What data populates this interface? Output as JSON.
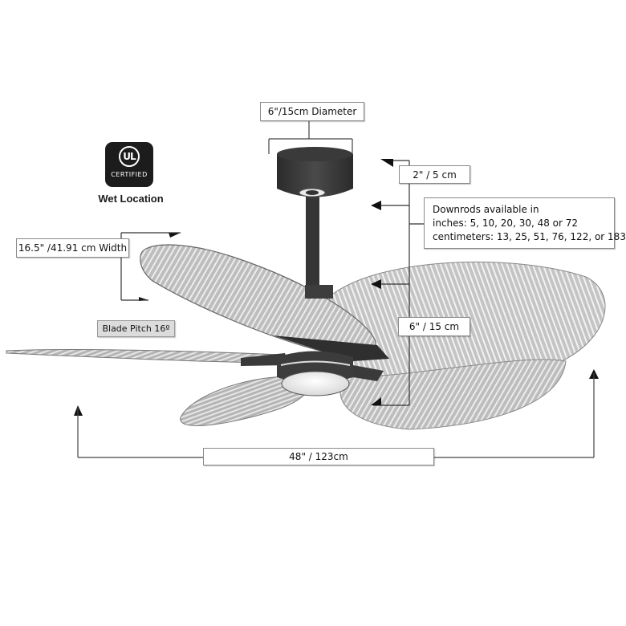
{
  "certification": {
    "badge_mark": "UL",
    "badge_text": "CERTIFIED",
    "caption": "Wet Location"
  },
  "dimensions": {
    "canopy_diameter": "6\"/15cm Diameter",
    "canopy_height": "2\" / 5 cm",
    "downrods": {
      "line1": "Downrods available in",
      "line2": "inches: 5, 10, 20, 30, 48 or 72",
      "line3": "centimeters: 13, 25, 51, 76, 122, or 183"
    },
    "blade_width": "16.5\" /41.91 cm Width",
    "blade_pitch": "Blade Pitch 16º",
    "motor_height": "6\" / 15 cm",
    "overall_span": "48\" / 123cm"
  },
  "colors": {
    "fan_body": "#3a3a3a",
    "blade_fill": "#c9c9c9",
    "dimension_line": "#333333",
    "badge_bg": "#1c1c1c"
  }
}
